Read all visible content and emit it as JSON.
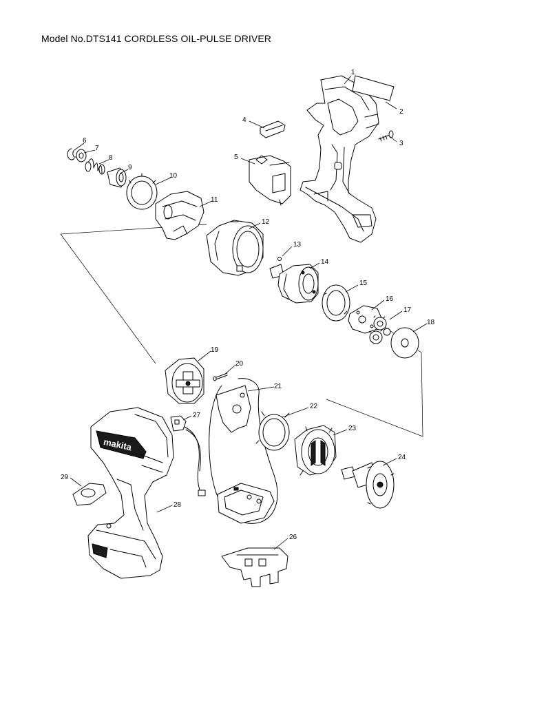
{
  "title": "Model No.DTS141 CORDLESS OIL-PULSE DRIVER",
  "brand_text": "makita",
  "callouts": [
    "1",
    "2",
    "3",
    "4",
    "5",
    "6",
    "7",
    "8",
    "9",
    "10",
    "11",
    "12",
    "13",
    "14",
    "15",
    "16",
    "17",
    "18",
    "19",
    "20",
    "21",
    "22",
    "23",
    "24",
    "26",
    "27",
    "28",
    "29"
  ]
}
